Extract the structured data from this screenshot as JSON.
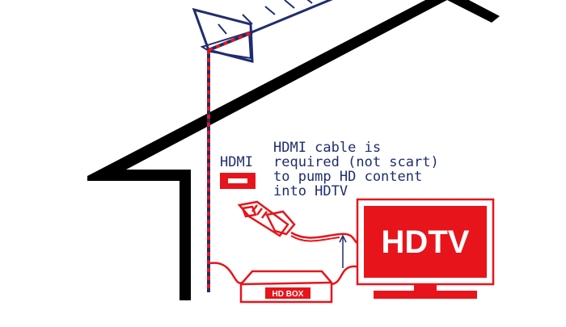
{
  "labels": {
    "hdmi": "HDMI",
    "note_lines": [
      "HDMI cable is",
      "required (not scart)",
      "to pump HD content",
      "into HDTV"
    ],
    "tv": "HDTV",
    "box": "HD BOX"
  },
  "colors": {
    "red": "#e8141b",
    "navy": "#1f2d6e",
    "black": "#000000"
  }
}
